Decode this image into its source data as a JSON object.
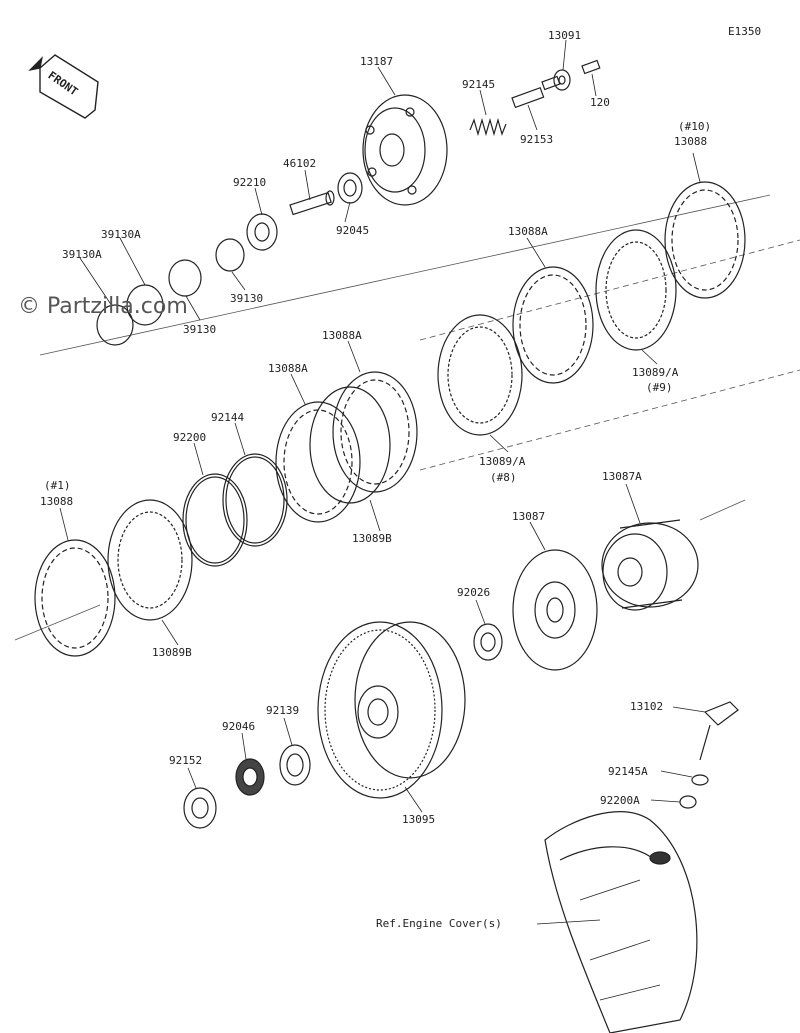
{
  "diagram_code": "E1350",
  "watermark": "© Partzilla.com",
  "front_badge": "FRONT",
  "reference_note": "Ref.Engine Cover(s)",
  "labels": {
    "p13091": "13091",
    "p120": "120",
    "p13187": "13187",
    "p92145": "92145",
    "p92153": "92153",
    "p46102": "46102",
    "p92210": "92210",
    "p92045": "92045",
    "p39130A_1": "39130A",
    "p39130A_2": "39130A",
    "p39130_1": "39130",
    "p39130_2": "39130",
    "p13088_10_tag": "(#10)",
    "p13088_10": "13088",
    "p13088A_1": "13088A",
    "p13089A_9": "13089/A",
    "p13089A_9_tag": "(#9)",
    "p13088A_2": "13088A",
    "p13088A_3": "13088A",
    "p92144": "92144",
    "p92200": "92200",
    "p13089A_8": "13089/A",
    "p13089A_8_tag": "(#8)",
    "p13089B_1": "13089B",
    "p13088_1_tag": "(#1)",
    "p13088_1": "13088",
    "p13089B_2": "13089B",
    "p13087A": "13087A",
    "p13087": "13087",
    "p92026": "92026",
    "p13102": "13102",
    "p92145A": "92145A",
    "p92200A": "92200A",
    "p92139": "92139",
    "p92046": "92046",
    "p92152": "92152",
    "p13095": "13095"
  }
}
